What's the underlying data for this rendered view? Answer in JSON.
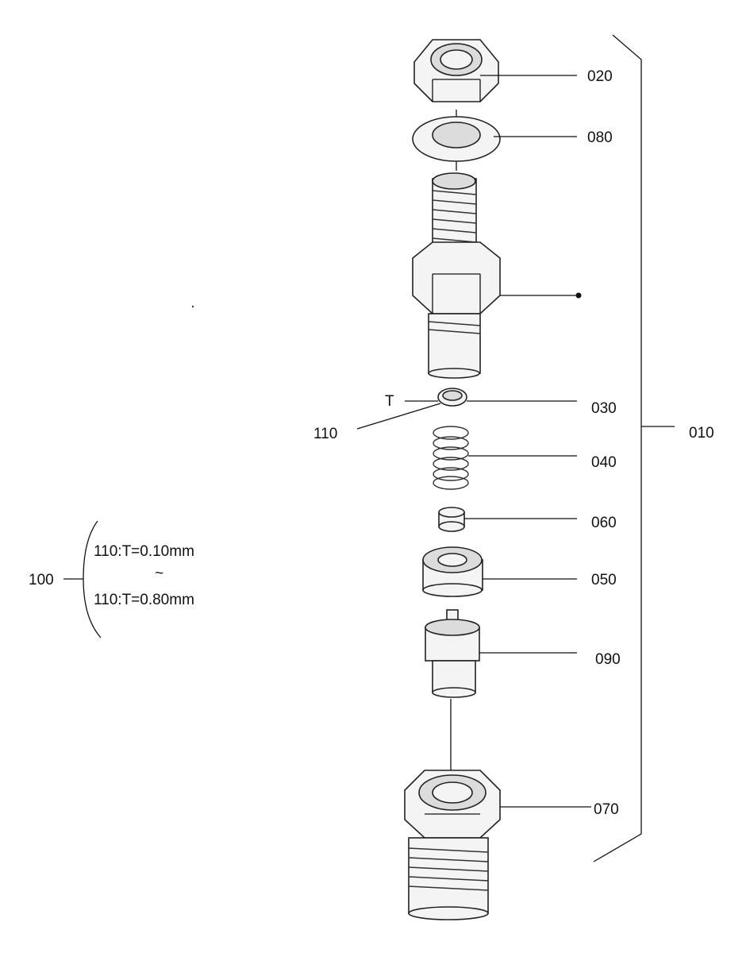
{
  "parts": {
    "nut_top": "020",
    "washer": "080",
    "ring": "030",
    "spring": "040",
    "valve": "060",
    "seat": "050",
    "plunger": "090",
    "nut_bottom": "070",
    "assembly": "010"
  },
  "labels": {
    "t": "T",
    "shim": "110"
  },
  "note": {
    "id": "100",
    "line1": "110:T=0.10mm",
    "tilde": "~",
    "line2": "110:T=0.80mm"
  }
}
